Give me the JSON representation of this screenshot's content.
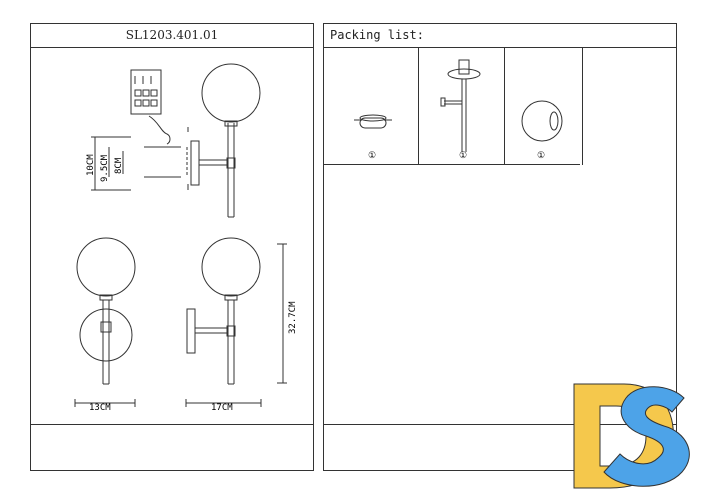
{
  "left_panel": {
    "model": "SL1203.401.01",
    "dimensions": {
      "mount_height": "10CM",
      "screw_spacing": "9.5CM",
      "small_spacing": "8CM",
      "total_height": "32.7CM",
      "front_width": "13CM",
      "side_depth": "17CM"
    }
  },
  "right_panel": {
    "title": "Packing list:",
    "items": [
      {
        "name": "mounting-plate",
        "qty": "①"
      },
      {
        "name": "lamp-body",
        "qty": "①"
      },
      {
        "name": "glass-shade",
        "qty": "①"
      }
    ]
  },
  "logo": {
    "text": "DS",
    "colors": [
      "#f5c84c",
      "#4da3e8"
    ]
  }
}
